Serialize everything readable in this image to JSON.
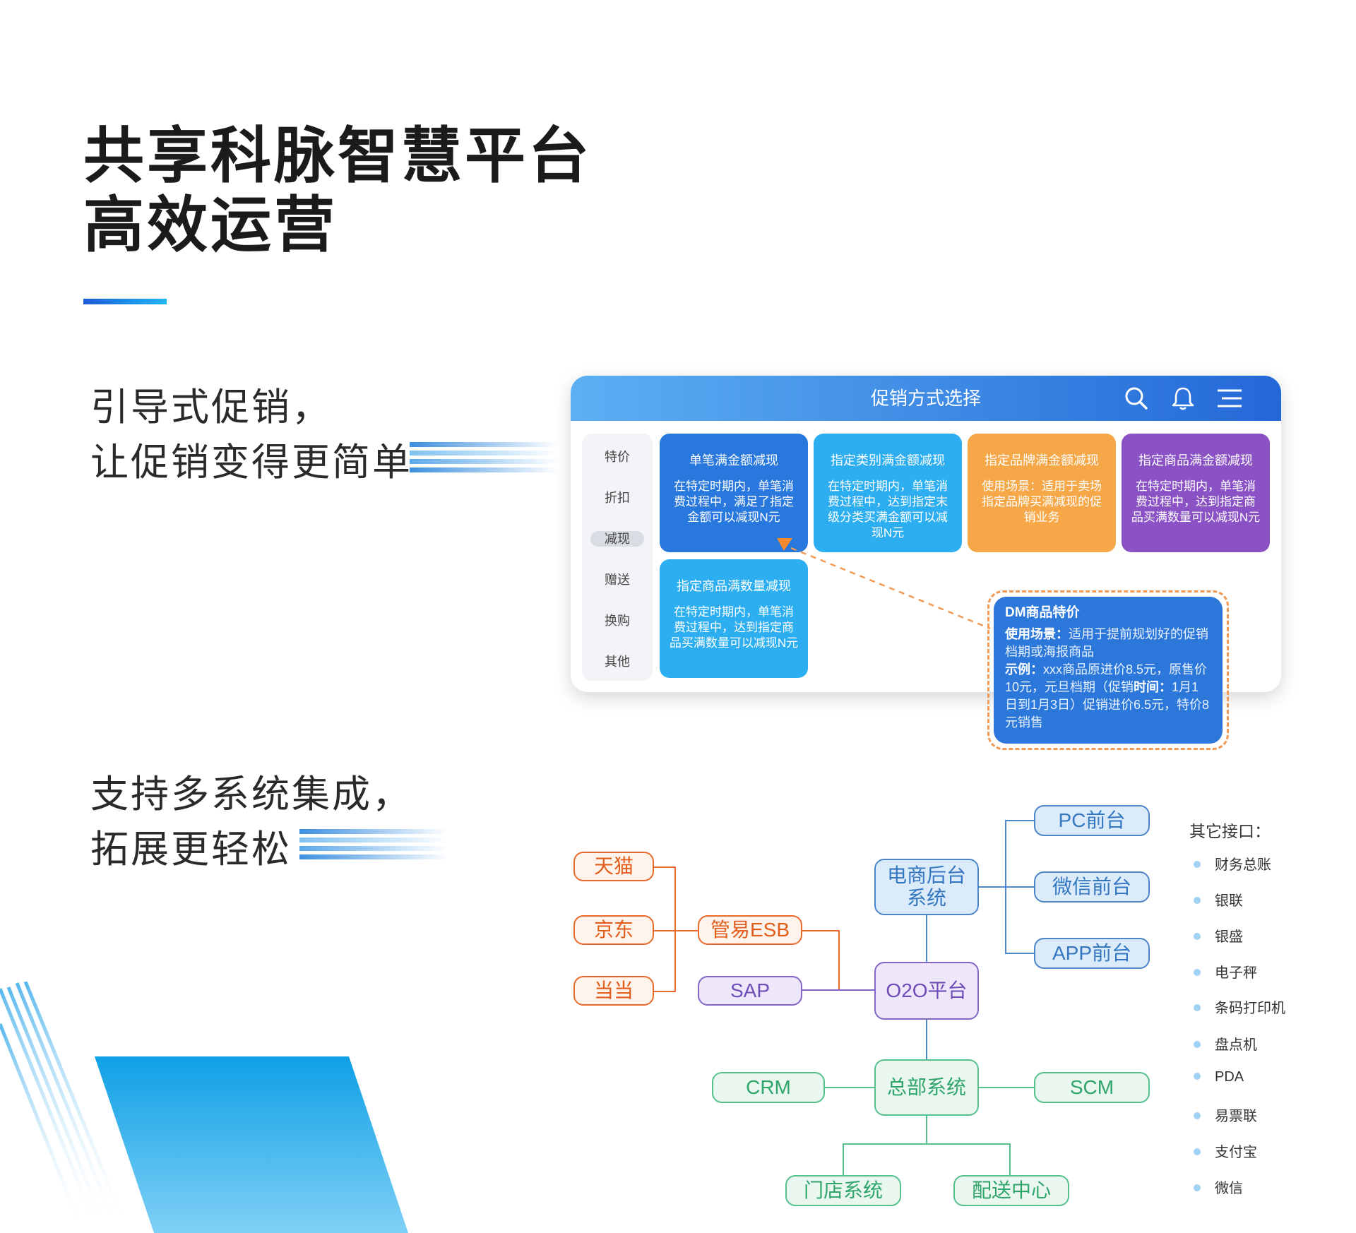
{
  "header": {
    "title_line1": "共享科脉智慧平台",
    "title_line2": "高效运营"
  },
  "section1": {
    "line1": "引导式促销，",
    "line2": "让促销变得更简单"
  },
  "section2": {
    "line1": "支持多系统集成，",
    "line2": "拓展更轻松"
  },
  "promo_card": {
    "title": "促销方式选择",
    "icons": [
      "search-icon",
      "bell-icon",
      "menu-icon"
    ],
    "sidebar": [
      "特价",
      "折扣",
      "减现",
      "赠送",
      "换购",
      "其他"
    ],
    "active_sidebar": "减现",
    "tiles": [
      {
        "title": "单笔满金额减现",
        "desc": "在特定时期内，单笔消费过程中，满足了指定金额可以减现N元",
        "color": "#2878dd"
      },
      {
        "title": "指定类别满金额减现",
        "desc": "在特定时期内，单笔消费过程中，达到指定末级分类买满金额可以减现N元",
        "color": "#2daef0"
      },
      {
        "title": "指定品牌满金额减现",
        "desc": "使用场景：适用于卖场指定品牌买满减现的促销业务",
        "color": "#f6a748"
      },
      {
        "title": "指定商品满金额减现",
        "desc": "在特定时期内，单笔消费过程中，达到指定商品买满数量可以减现N元",
        "color": "#8a52c4"
      },
      {
        "title": "指定商品满数量减现",
        "desc": "在特定时期内，单笔消费过程中，达到指定商品买满数量可以减现N元",
        "color": "#2daef0"
      }
    ],
    "popup": {
      "title": "DM商品特价",
      "scene_label": "使用场景：",
      "scene_text": "适用于提前规划好的促销档期或海报商品",
      "example_label": "示例：",
      "example_text1": "xxx商品原进价8.5元，原售价10元，元旦档期（促销",
      "time_label": "时间：",
      "example_text2": "1月1日到1月3日）促销进价6.5元，特价8元销售"
    }
  },
  "diagram": {
    "nodes": {
      "tmall": "天猫",
      "jd": "京东",
      "dangdang": "当当",
      "esb": "管易ESB",
      "sap": "SAP",
      "ecom_line1": "电商后台",
      "ecom_line2": "系统",
      "o2o": "O2O平台",
      "pc": "PC前台",
      "wechat": "微信前台",
      "app": "APP前台",
      "hq": "总部系统",
      "crm": "CRM",
      "scm": "SCM",
      "store": "门店系统",
      "dist": "配送中心"
    },
    "colors": {
      "orange": "#e86b2c",
      "purple": "#8466c6",
      "blue": "#4a86c9",
      "green": "#56c08d"
    }
  },
  "interfaces": {
    "title": "其它接口：",
    "items": [
      "财务总账",
      "银联",
      "银盛",
      "电子秤",
      "条码打印机",
      "盘点机",
      "PDA",
      "易票联",
      "支付宝",
      "微信"
    ]
  }
}
